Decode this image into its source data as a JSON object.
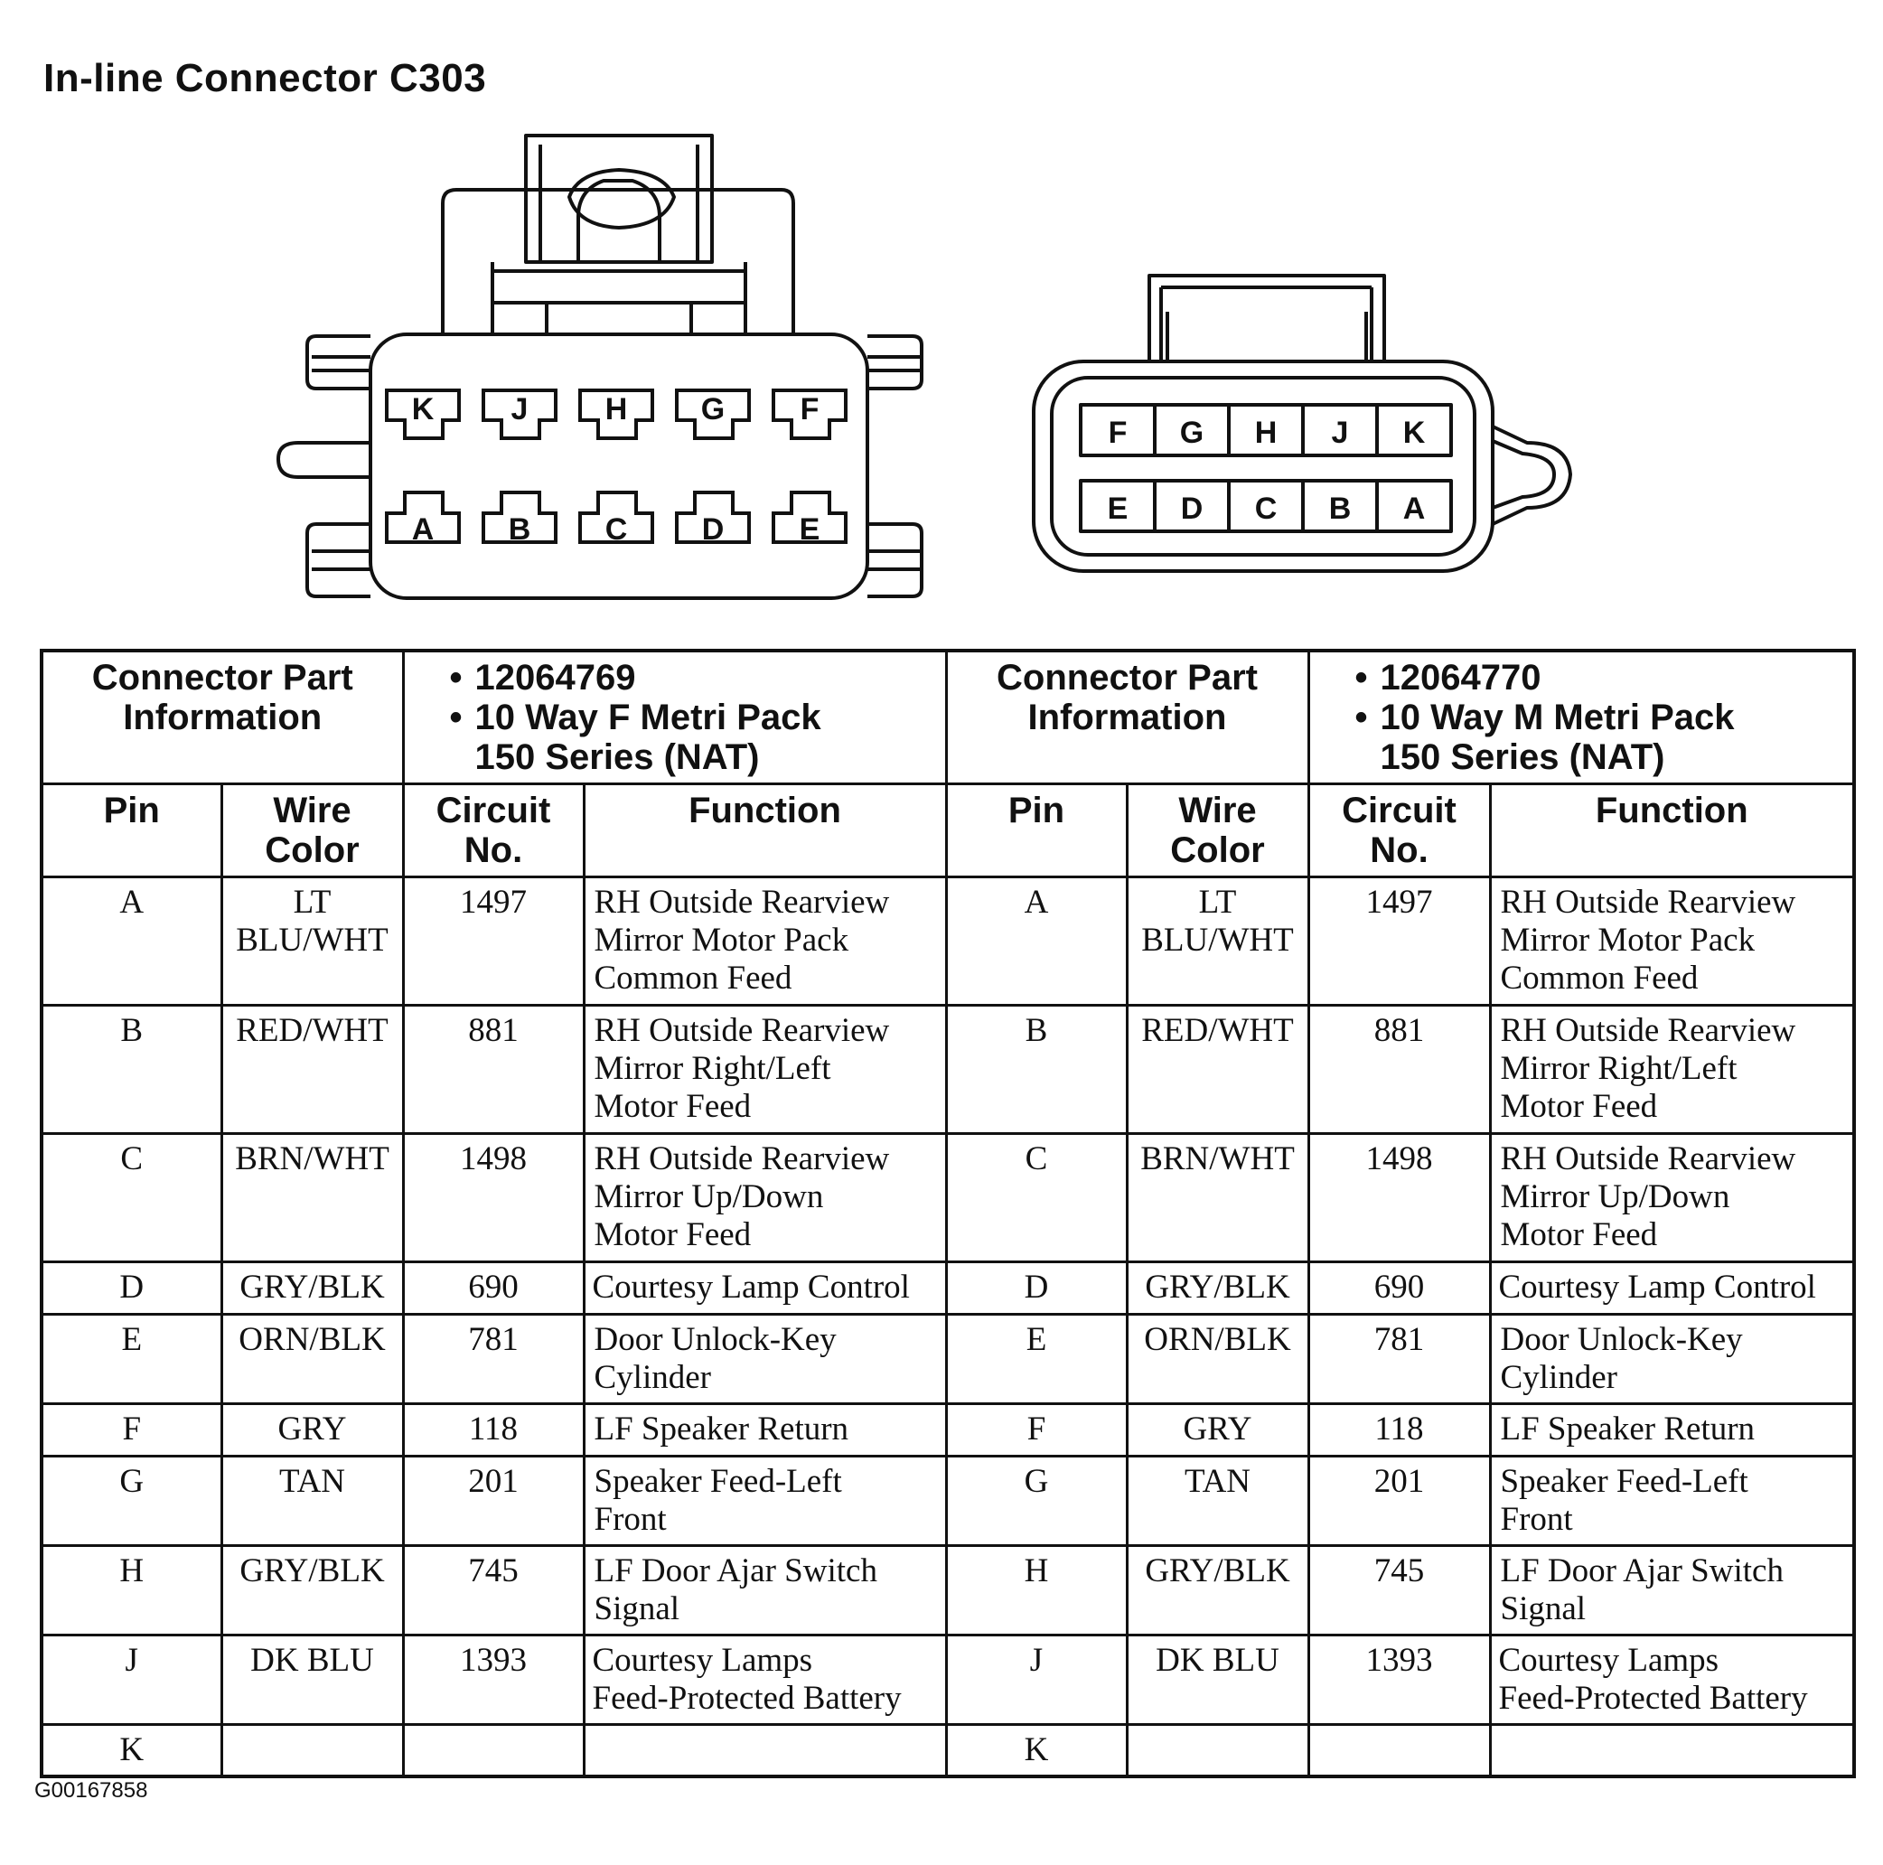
{
  "title": "In-line Connector C303",
  "female_connector": {
    "top_row": [
      "K",
      "J",
      "H",
      "G",
      "F"
    ],
    "bottom_row": [
      "A",
      "B",
      "C",
      "D",
      "E"
    ]
  },
  "male_connector": {
    "top_row": [
      "F",
      "G",
      "H",
      "J",
      "K"
    ],
    "bottom_row": [
      "E",
      "D",
      "C",
      "B",
      "A"
    ]
  },
  "left": {
    "part_label": "Connector Part Information",
    "part_number": "12064769",
    "part_desc_1": "10 Way F Metri Pack",
    "part_desc_2": "150 Series (NAT)",
    "headers": {
      "pin": "Pin",
      "wire": "Wire Color",
      "circuit": "Circuit No.",
      "function": "Function"
    },
    "rows": [
      {
        "pin": "A",
        "wire": "LT\nBLU/WHT",
        "circuit": "1497",
        "function": "RH Outside Rearview\nMirror Motor Pack\nCommon Feed"
      },
      {
        "pin": "B",
        "wire": "RED/WHT",
        "circuit": "881",
        "function": "RH Outside Rearview\nMirror Right/Left\nMotor Feed"
      },
      {
        "pin": "C",
        "wire": "BRN/WHT",
        "circuit": "1498",
        "function": "RH Outside Rearview\nMirror Up/Down\nMotor Feed"
      },
      {
        "pin": "D",
        "wire": "GRY/BLK",
        "circuit": "690",
        "function": "Courtesy Lamp Control"
      },
      {
        "pin": "E",
        "wire": "ORN/BLK",
        "circuit": "781",
        "function": "Door Unlock-Key\nCylinder"
      },
      {
        "pin": "F",
        "wire": "GRY",
        "circuit": "118",
        "function": "LF Speaker Return"
      },
      {
        "pin": "G",
        "wire": "TAN",
        "circuit": "201",
        "function": "Speaker Feed-Left\nFront"
      },
      {
        "pin": "H",
        "wire": "GRY/BLK",
        "circuit": "745",
        "function": "LF Door Ajar Switch\nSignal"
      },
      {
        "pin": "J",
        "wire": "DK BLU",
        "circuit": "1393",
        "function": "Courtesy Lamps\nFeed-Protected Battery"
      },
      {
        "pin": "K",
        "wire": "",
        "circuit": "",
        "function": ""
      }
    ]
  },
  "right": {
    "part_label": "Connector Part Information",
    "part_number": "12064770",
    "part_desc_1": "10 Way M Metri Pack",
    "part_desc_2": "150 Series (NAT)",
    "headers": {
      "pin": "Pin",
      "wire": "Wire Color",
      "circuit": "Circuit No.",
      "function": "Function"
    },
    "rows": [
      {
        "pin": "A",
        "wire": "LT\nBLU/WHT",
        "circuit": "1497",
        "function": "RH Outside Rearview\nMirror Motor Pack\nCommon Feed"
      },
      {
        "pin": "B",
        "wire": "RED/WHT",
        "circuit": "881",
        "function": "RH Outside Rearview\nMirror Right/Left\nMotor Feed"
      },
      {
        "pin": "C",
        "wire": "BRN/WHT",
        "circuit": "1498",
        "function": "RH Outside Rearview\nMirror Up/Down\nMotor Feed"
      },
      {
        "pin": "D",
        "wire": "GRY/BLK",
        "circuit": "690",
        "function": "Courtesy Lamp Control"
      },
      {
        "pin": "E",
        "wire": "ORN/BLK",
        "circuit": "781",
        "function": "Door Unlock-Key\nCylinder"
      },
      {
        "pin": "F",
        "wire": "GRY",
        "circuit": "118",
        "function": "LF Speaker Return"
      },
      {
        "pin": "G",
        "wire": "TAN",
        "circuit": "201",
        "function": "Speaker Feed-Left\nFront"
      },
      {
        "pin": "H",
        "wire": "GRY/BLK",
        "circuit": "745",
        "function": "LF Door Ajar Switch\nSignal"
      },
      {
        "pin": "J",
        "wire": "DK BLU",
        "circuit": "1393",
        "function": "Courtesy Lamps\nFeed-Protected Battery"
      },
      {
        "pin": "K",
        "wire": "",
        "circuit": "",
        "function": ""
      }
    ]
  },
  "figure_id": "G00167858"
}
